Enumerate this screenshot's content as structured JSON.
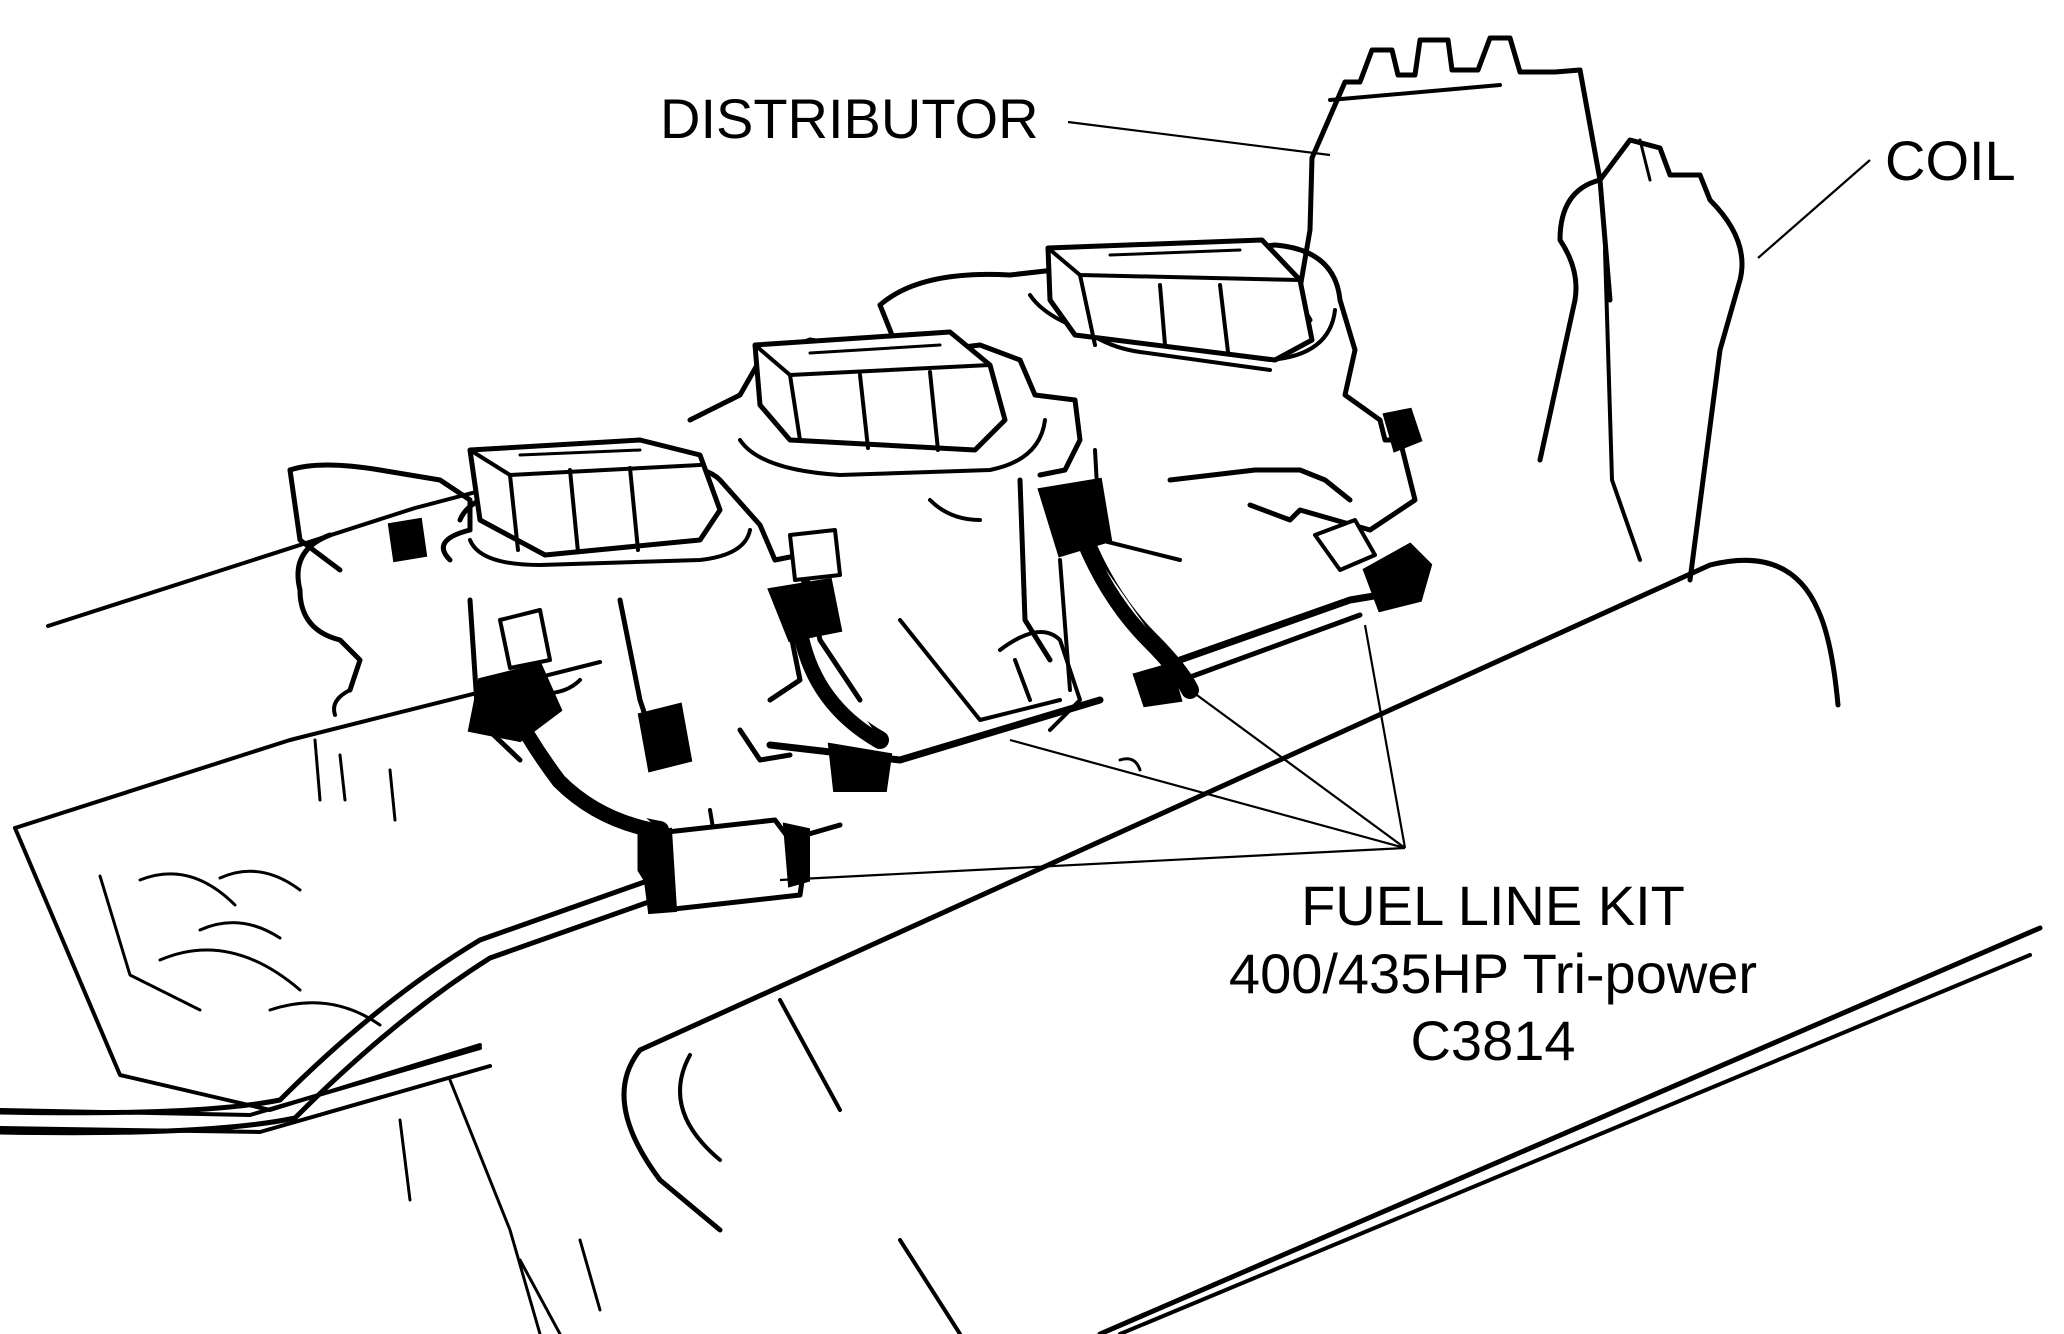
{
  "labels": {
    "distributor": "DISTRIBUTOR",
    "coil": "COIL",
    "kit_line1": "FUEL LINE KIT",
    "kit_line2": "400/435HP  Tri-power",
    "kit_line3": "C3814"
  },
  "colors": {
    "ink": "#000000",
    "paper": "#ffffff"
  }
}
